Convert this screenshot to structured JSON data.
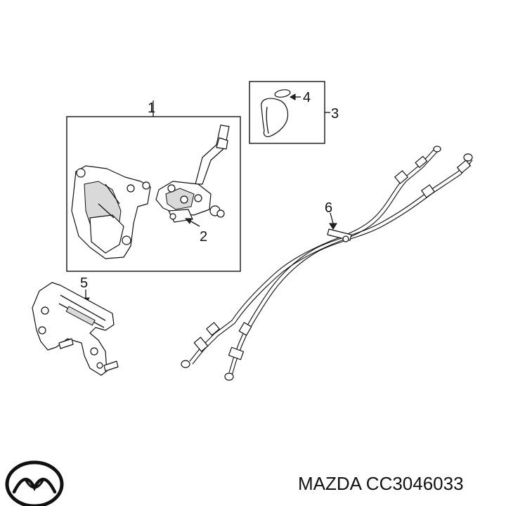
{
  "callouts": {
    "c1": "1",
    "c2": "2",
    "c3": "3",
    "c4": "4",
    "c5": "5",
    "c6": "6"
  },
  "brand": {
    "logo_icon": "mazda-logo-icon",
    "logo_label": "MAZDA",
    "part_number_text": "MAZDA CC3046033"
  }
}
